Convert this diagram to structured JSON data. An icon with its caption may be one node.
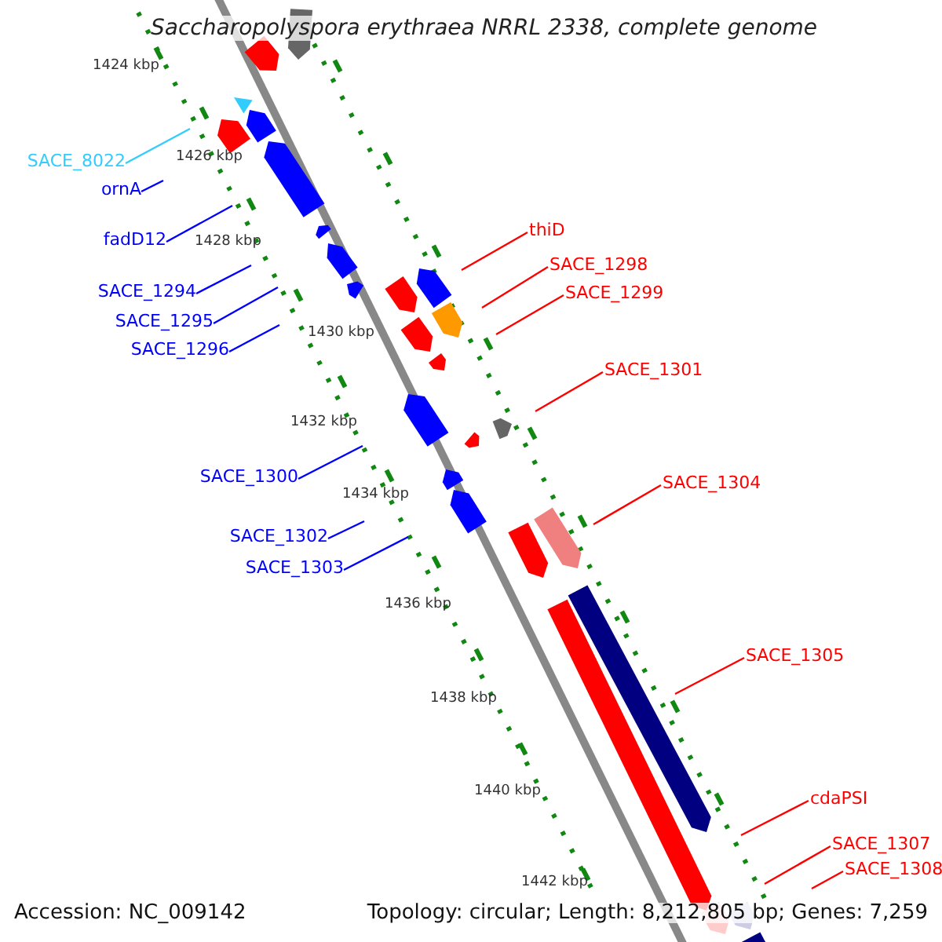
{
  "diagram": {
    "title": "Saccharopolyspora erythraea NRRL 2338, complete genome",
    "nodes": [
      {
        "text": [
          "SACE_8022"
        ]
      },
      {
        "text": [
          "ornA"
        ]
      },
      {
        "text": [
          "fadD12"
        ]
      },
      {
        "text": [
          "SACE_1294"
        ]
      },
      {
        "text": [
          "SACE_1295"
        ]
      },
      {
        "text": [
          "SACE_1296"
        ]
      },
      {
        "text": [
          "SACE_1300"
        ]
      },
      {
        "text": [
          "SACE_1302"
        ]
      },
      {
        "text": [
          "SACE_1303"
        ]
      },
      {
        "text": [
          "thiD"
        ]
      },
      {
        "text": [
          "SACE_1298"
        ]
      },
      {
        "text": [
          "SACE_1299"
        ]
      },
      {
        "text": [
          "SACE_1301"
        ]
      },
      {
        "text": [
          "SACE_1304"
        ]
      },
      {
        "text": [
          "SACE_1305"
        ]
      },
      {
        "text": [
          "cdaPSI"
        ]
      },
      {
        "text": [
          "SACE_1307"
        ]
      },
      {
        "text": [
          "SACE_1308"
        ]
      }
    ],
    "edges": [
      {
        "from": 0,
        "to": null,
        "arrow": "none",
        "color": "#33ccff"
      },
      {
        "from": 1,
        "to": null,
        "arrow": "none",
        "color": "#0000ff"
      },
      {
        "from": 2,
        "to": null,
        "arrow": "none",
        "color": "#0000ff"
      },
      {
        "from": 3,
        "to": null,
        "arrow": "none",
        "color": "#0000ff"
      },
      {
        "from": 4,
        "to": null,
        "arrow": "none",
        "color": "#0000ff"
      },
      {
        "from": 5,
        "to": null,
        "arrow": "none",
        "color": "#0000ff"
      },
      {
        "from": 6,
        "to": null,
        "arrow": "none",
        "color": "#0000ff"
      },
      {
        "from": 7,
        "to": null,
        "arrow": "none",
        "color": "#0000ff"
      },
      {
        "from": 8,
        "to": null,
        "arrow": "none",
        "color": "#0000ff"
      },
      {
        "from": 9,
        "to": null,
        "arrow": "none"
      },
      {
        "from": 10,
        "to": null,
        "arrow": "none"
      },
      {
        "from": 11,
        "to": null,
        "arrow": "none"
      },
      {
        "from": 12,
        "to": null,
        "arrow": "none"
      },
      {
        "from": 13,
        "to": null,
        "arrow": "none"
      },
      {
        "from": 14,
        "to": null,
        "arrow": "none"
      },
      {
        "from": 15,
        "to": null,
        "arrow": "none"
      },
      {
        "from": 16,
        "to": null,
        "arrow": "none"
      },
      {
        "from": 17,
        "to": null,
        "arrow": "none"
      }
    ],
    "labels": [
      "1424 kbp",
      "1426 kbp",
      "1428 kbp",
      "1430 kbp",
      "1432 kbp",
      "1434 kbp",
      "1436 kbp",
      "1438 kbp",
      "1440 kbp",
      "1442 kbp",
      "Accession: NC_009142",
      "Topology: circular; Length: 8,212,805 bp; Genes: 7,259"
    ]
  }
}
